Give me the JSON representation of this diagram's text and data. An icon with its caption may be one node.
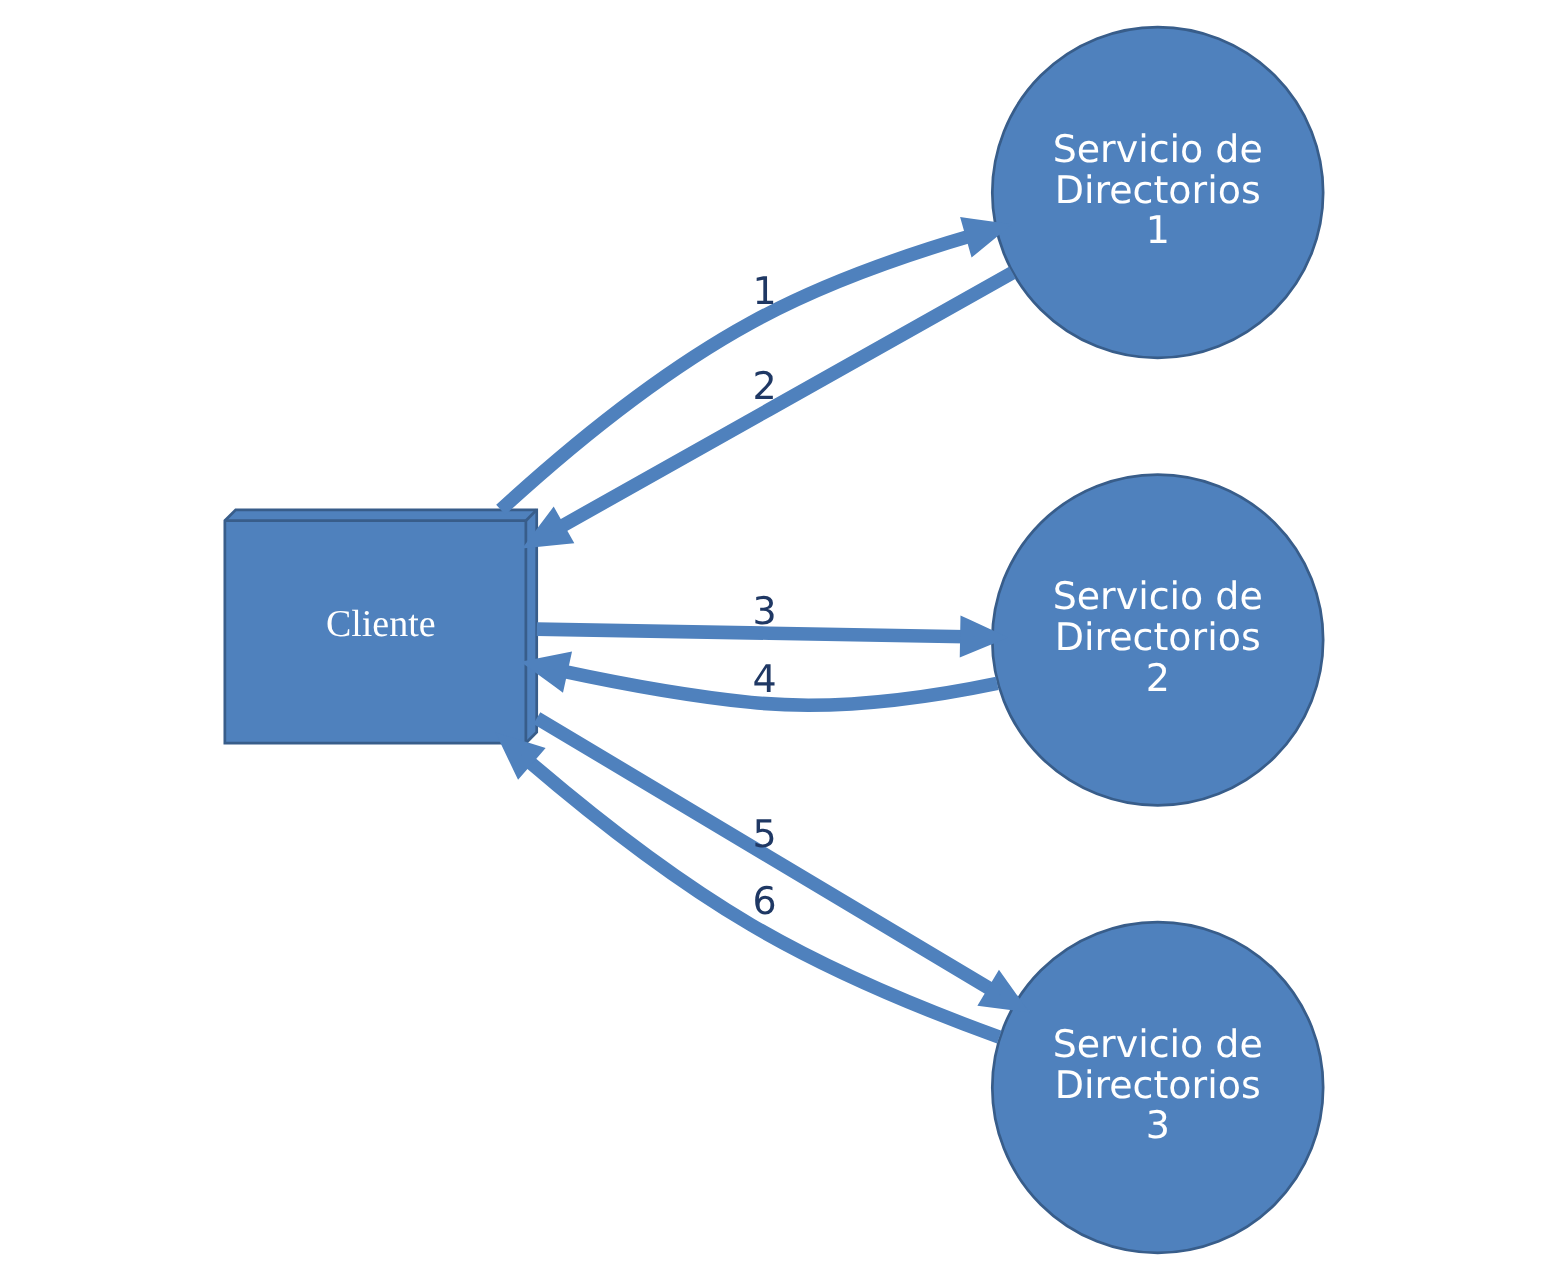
{
  "diagram": {
    "nodes": [
      {
        "text": [
          "Cliente"
        ]
      },
      {
        "text": [
          "Servicio de Directorios 1"
        ]
      },
      {
        "text": [
          "Servicio de Directorios 2"
        ]
      },
      {
        "text": [
          "Servicio de Directorios 3"
        ]
      }
    ],
    "edges": [
      {
        "from": 0,
        "to": 1,
        "arrow": "to",
        "label": "1"
      },
      {
        "from": 1,
        "to": 0,
        "arrow": "to",
        "label": "2"
      },
      {
        "from": 0,
        "to": 2,
        "arrow": "to",
        "label": "3"
      },
      {
        "from": 2,
        "to": 0,
        "arrow": "to",
        "label": "4"
      },
      {
        "from": 0,
        "to": 3,
        "arrow": "to",
        "label": "5"
      },
      {
        "from": 3,
        "to": 0,
        "arrow": "to",
        "label": "6"
      }
    ]
  }
}
